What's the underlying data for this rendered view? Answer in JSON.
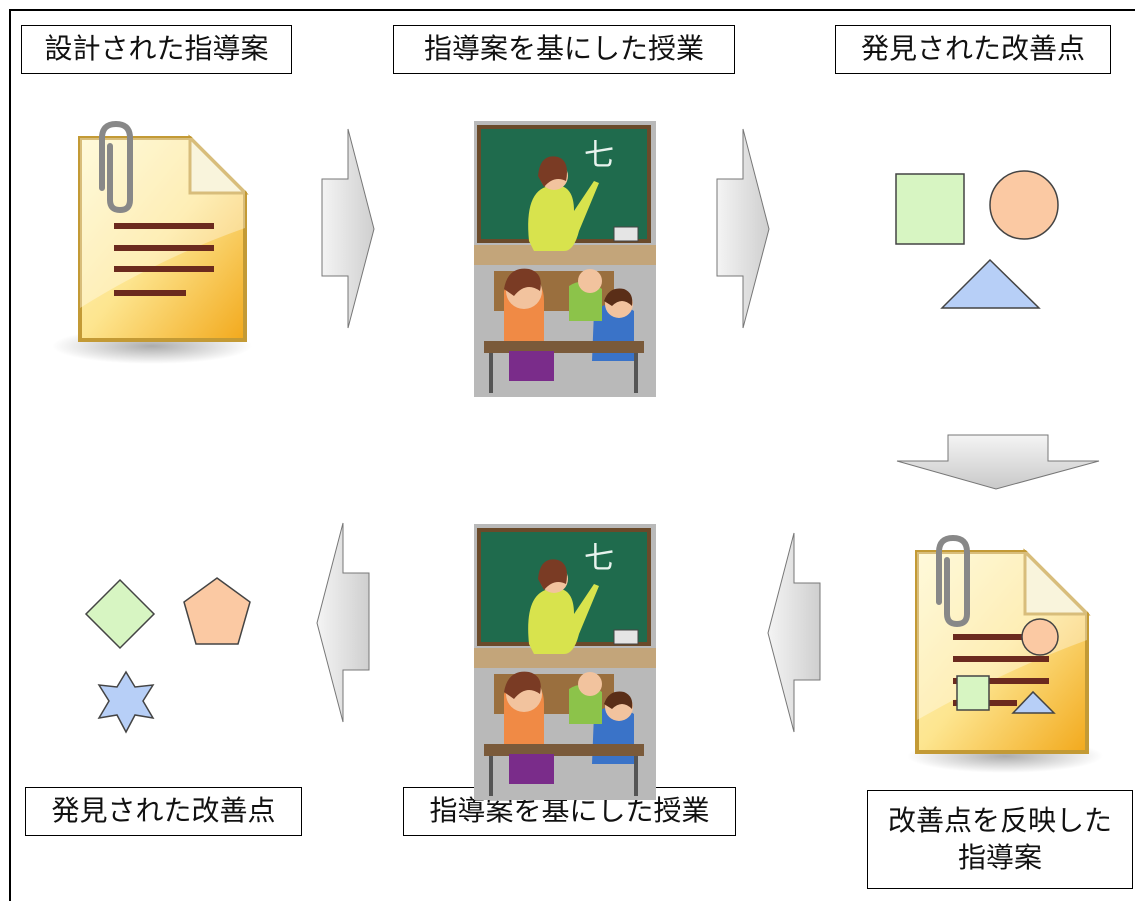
{
  "labels": {
    "designed_plan": "設計された指導案",
    "lesson_top": "指導案を基にした授業",
    "found_points_top": "発見された改善点",
    "found_points_bottom": "発見された改善点",
    "lesson_bottom": "指導案を基にした授業",
    "revised_plan_line1": "改善点を反映した",
    "revised_plan_line2": "指導案"
  },
  "board_characters": {
    "top": "七",
    "bottom": "七"
  },
  "icons": [
    "document-icon",
    "classroom-photo",
    "shapes-icon",
    "revised-document-icon",
    "arrow-right-icon",
    "arrow-left-icon",
    "arrow-down-icon"
  ],
  "colors": {
    "arrow_fill": "#e0e0e0",
    "doc_yellow": "#fbd35a",
    "doc_border": "#c99a2e",
    "square_green": "#d7f5c2",
    "circle_orange": "#fbc9a3",
    "triangle_blue": "#b7cff7"
  }
}
